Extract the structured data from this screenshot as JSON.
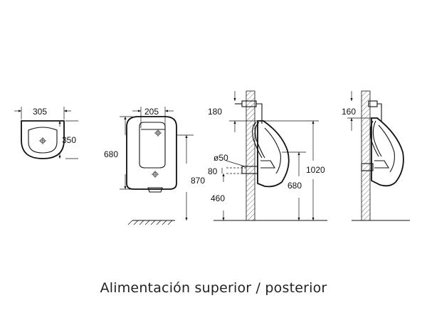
{
  "caption": "Alimentación superior / posterior",
  "dimensions": {
    "top_width": "305",
    "top_depth": "350",
    "front_width": "205",
    "front_height": "680",
    "front_mount_height": "870",
    "side_top_inlet": "180",
    "side_outlet_diameter": "ø50",
    "side_outlet_offset": "80",
    "side_outlet_height": "460",
    "side_rim_height": "680",
    "side_total_height": "1020",
    "rear_top_inlet": "160"
  }
}
